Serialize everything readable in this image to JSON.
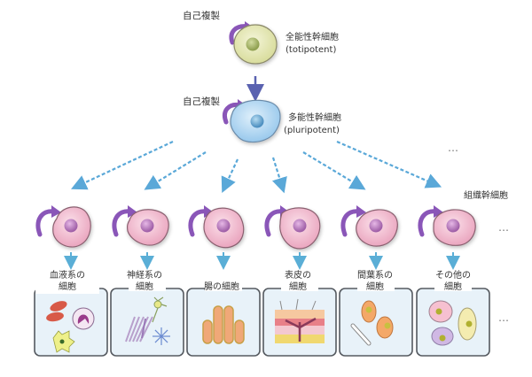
{
  "totipotent": {
    "self_renewal_label": "自己複製",
    "name_ja": "全能性幹細胞",
    "name_en": "(totipotent)",
    "color": "#e3e6b8",
    "nucleus_color": "#a8b86a"
  },
  "pluripotent": {
    "self_renewal_label": "自己複製",
    "name_ja": "多能性幹細胞",
    "name_en": "(pluripotent)",
    "color": "#bcdcf2",
    "nucleus_color": "#6aa6d0"
  },
  "tissue_stem_label": "組織幹細胞",
  "tissue_stem_color": "#f2bfd0",
  "tissue_nucleus_color": "#b878b8",
  "self_renewal_arrow_color": "#8a56b8",
  "dashed_arrow_color": "#5aa8d8",
  "down_arrow_color": "#5aaed6",
  "main_arrow_color": "#5a62b0",
  "ellipsis": "…",
  "branches": [
    {
      "line1": "血液系の",
      "line2": "細胞",
      "icon": "blood-cells-icon"
    },
    {
      "line1": "神経系の",
      "line2": "細胞",
      "icon": "nerve-cells-icon"
    },
    {
      "line1": "",
      "line2": "腸の細胞",
      "icon": "intestine-cells-icon"
    },
    {
      "line1": "表皮の",
      "line2": "細胞",
      "icon": "skin-cells-icon"
    },
    {
      "line1": "間葉系の",
      "line2": "細胞",
      "icon": "mesenchymal-cells-icon"
    },
    {
      "line1": "その他の",
      "line2": "細胞",
      "icon": "other-cells-icon"
    }
  ]
}
